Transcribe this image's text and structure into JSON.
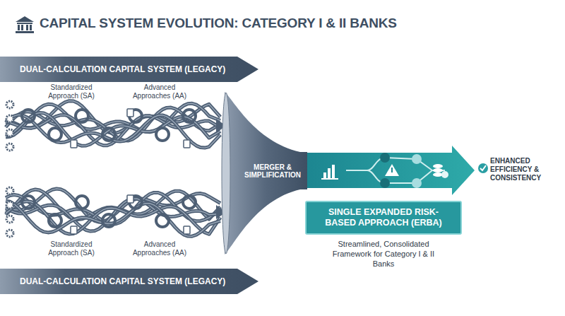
{
  "diagram": {
    "title": "CAPITAL SYSTEM EVOLUTION: CATEGORY I & II BANKS",
    "nodes": [
      {
        "text": [
          "DUAL-CALCULATION CAPITAL SYSTEM (LEGACY)"
        ]
      },
      {
        "text": [
          "MERGER & SIMPLIFICATION"
        ]
      },
      {
        "text": [
          "SINGLE EXPANDED RISK-BASED APPROACH (ERBA)",
          "Streamlined, Consolidated Framework for Category I & II Banks"
        ]
      },
      {
        "text": [
          "DUAL-CALCULATION CAPITAL SYSTEM (LEGACY)"
        ]
      }
    ],
    "labels": [
      "Standardized Approach (SA)",
      "Advanced Approaches (AA)",
      "ENHANCED EFFICIENCY & CONSISTENCY",
      "Standardized Approach (SA)",
      "Advanced Approaches (AA)"
    ]
  }
}
